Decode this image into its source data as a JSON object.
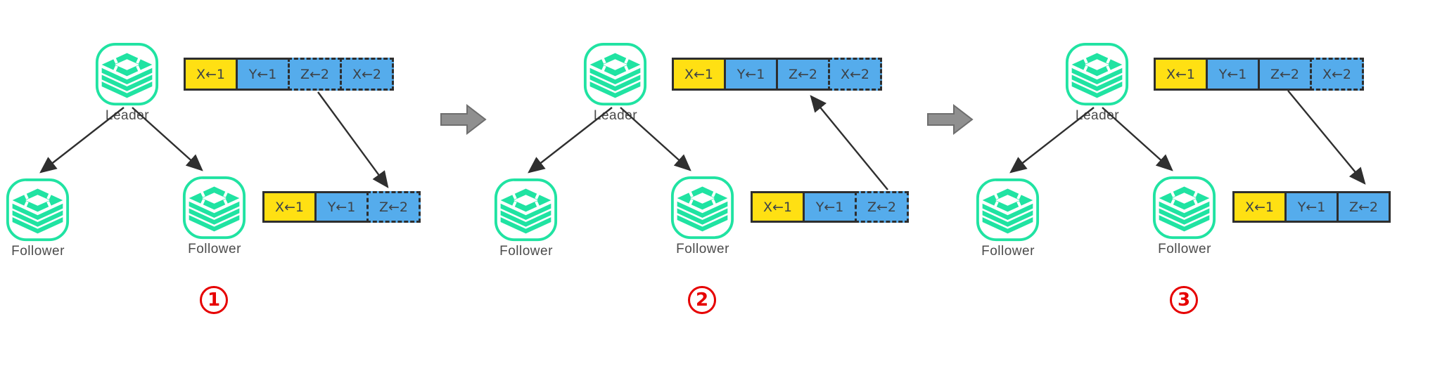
{
  "diagram": {
    "name": "leader-follower-replication-steps",
    "node_icon": "database-stack-icon",
    "next_arrow_icon": "right-block-arrow",
    "colors": {
      "node_teal": "#20E3A2",
      "cell_yellow": "#FFE013",
      "cell_blue": "#55ACEC",
      "cell_border": "#2E2E2E",
      "label_gray": "#4B4B4B",
      "badge_red": "#E60000",
      "block_arrow_gray": "#8F8F8F"
    }
  },
  "stages": [
    {
      "badge": "1",
      "leader": {
        "label": "Leader"
      },
      "followers": [
        {
          "label": "Follower"
        },
        {
          "label": "Follower"
        }
      ],
      "leader_log": [
        {
          "text": "X←1",
          "color": "yellow",
          "border": "solid"
        },
        {
          "text": "Y←1",
          "color": "blue",
          "border": "solid"
        },
        {
          "text": "Z←2",
          "color": "blue",
          "border": "dashed"
        },
        {
          "text": "X←2",
          "color": "blue",
          "border": "dashed"
        }
      ],
      "follower_log": [
        {
          "text": "X←1",
          "color": "yellow",
          "border": "solid"
        },
        {
          "text": "Y←1",
          "color": "blue",
          "border": "solid"
        },
        {
          "text": "Z←2",
          "color": "blue",
          "border": "dashed"
        }
      ],
      "replication_arrow": "leader-log-to-follower-log"
    },
    {
      "badge": "2",
      "leader": {
        "label": "Leader"
      },
      "followers": [
        {
          "label": "Follower"
        },
        {
          "label": "Follower"
        }
      ],
      "leader_log": [
        {
          "text": "X←1",
          "color": "yellow",
          "border": "solid"
        },
        {
          "text": "Y←1",
          "color": "blue",
          "border": "solid"
        },
        {
          "text": "Z←2",
          "color": "blue",
          "border": "solid"
        },
        {
          "text": "X←2",
          "color": "blue",
          "border": "dashed"
        }
      ],
      "follower_log": [
        {
          "text": "X←1",
          "color": "yellow",
          "border": "solid"
        },
        {
          "text": "Y←1",
          "color": "blue",
          "border": "solid"
        },
        {
          "text": "Z←2",
          "color": "blue",
          "border": "dashed"
        }
      ],
      "replication_arrow": "follower-log-to-leader-log"
    },
    {
      "badge": "3",
      "leader": {
        "label": "Leader"
      },
      "followers": [
        {
          "label": "Follower"
        },
        {
          "label": "Follower"
        }
      ],
      "leader_log": [
        {
          "text": "X←1",
          "color": "yellow",
          "border": "solid"
        },
        {
          "text": "Y←1",
          "color": "blue",
          "border": "solid"
        },
        {
          "text": "Z←2",
          "color": "blue",
          "border": "solid"
        },
        {
          "text": "X←2",
          "color": "blue",
          "border": "dashed"
        }
      ],
      "follower_log": [
        {
          "text": "X←1",
          "color": "yellow",
          "border": "solid"
        },
        {
          "text": "Y←1",
          "color": "blue",
          "border": "solid"
        },
        {
          "text": "Z←2",
          "color": "blue",
          "border": "solid"
        }
      ],
      "replication_arrow": "leader-log-to-follower-log"
    }
  ]
}
